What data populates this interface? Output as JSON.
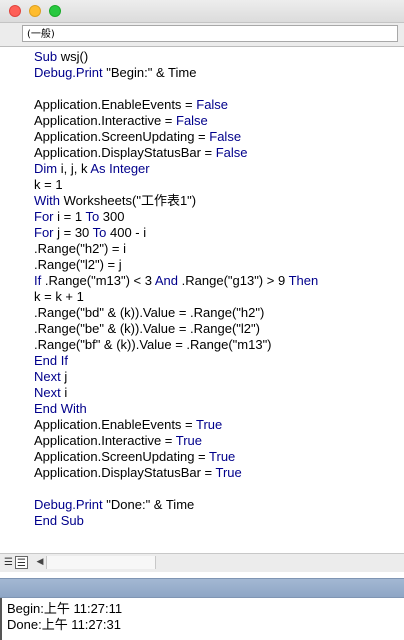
{
  "window": {
    "close_color": "#fe5f57",
    "minimize_color": "#febc2e",
    "zoom_color": "#28c840"
  },
  "procedure_bar": {
    "selected_object": "(一般)"
  },
  "code": {
    "keyword_color": "#00008b",
    "lines": [
      [
        {
          "t": "Sub",
          "k": true
        },
        {
          "t": " wsj()",
          "k": false
        }
      ],
      [
        {
          "t": "Debug.Print",
          "k": true
        },
        {
          "t": " \"Begin:\" & Time",
          "k": false
        }
      ],
      [],
      [
        {
          "t": "Application.EnableEvents = ",
          "k": false
        },
        {
          "t": "False",
          "k": true
        }
      ],
      [
        {
          "t": "Application.Interactive = ",
          "k": false
        },
        {
          "t": "False",
          "k": true
        }
      ],
      [
        {
          "t": "Application.ScreenUpdating = ",
          "k": false
        },
        {
          "t": "False",
          "k": true
        }
      ],
      [
        {
          "t": "Application.DisplayStatusBar = ",
          "k": false
        },
        {
          "t": "False",
          "k": true
        }
      ],
      [
        {
          "t": "Dim",
          "k": true
        },
        {
          "t": " i, j, k ",
          "k": false
        },
        {
          "t": "As",
          "k": true
        },
        {
          "t": " ",
          "k": false
        },
        {
          "t": "Integer",
          "k": true
        }
      ],
      [
        {
          "t": "k = 1",
          "k": false
        }
      ],
      [
        {
          "t": "With",
          "k": true
        },
        {
          "t": " Worksheets(\"工作表1\")",
          "k": false
        }
      ],
      [
        {
          "t": "For",
          "k": true
        },
        {
          "t": " i = 1 ",
          "k": false
        },
        {
          "t": "To",
          "k": true
        },
        {
          "t": " 300",
          "k": false
        }
      ],
      [
        {
          "t": "For",
          "k": true
        },
        {
          "t": " j = 30 ",
          "k": false
        },
        {
          "t": "To",
          "k": true
        },
        {
          "t": " 400 - i",
          "k": false
        }
      ],
      [
        {
          "t": ".Range(\"h2\") = i",
          "k": false
        }
      ],
      [
        {
          "t": ".Range(\"l2\") = j",
          "k": false
        }
      ],
      [
        {
          "t": "If",
          "k": true
        },
        {
          "t": " .Range(\"m13\") < 3 ",
          "k": false
        },
        {
          "t": "And",
          "k": true
        },
        {
          "t": " .Range(\"g13\") > 9 ",
          "k": false
        },
        {
          "t": "Then",
          "k": true
        }
      ],
      [
        {
          "t": "k = k + 1",
          "k": false
        }
      ],
      [
        {
          "t": ".Range(\"bd\" & (k)).Value = .Range(\"h2\")",
          "k": false
        }
      ],
      [
        {
          "t": ".Range(\"be\" & (k)).Value = .Range(\"l2\")",
          "k": false
        }
      ],
      [
        {
          "t": ".Range(\"bf\" & (k)).Value = .Range(\"m13\")",
          "k": false
        }
      ],
      [
        {
          "t": "End If",
          "k": true
        }
      ],
      [
        {
          "t": "Next",
          "k": true
        },
        {
          "t": " j",
          "k": false
        }
      ],
      [
        {
          "t": "Next",
          "k": true
        },
        {
          "t": " i",
          "k": false
        }
      ],
      [
        {
          "t": "End With",
          "k": true
        }
      ],
      [
        {
          "t": "Application.EnableEvents = ",
          "k": false
        },
        {
          "t": "True",
          "k": true
        }
      ],
      [
        {
          "t": "Application.Interactive = ",
          "k": false
        },
        {
          "t": "True",
          "k": true
        }
      ],
      [
        {
          "t": "Application.ScreenUpdating = ",
          "k": false
        },
        {
          "t": "True",
          "k": true
        }
      ],
      [
        {
          "t": "Application.DisplayStatusBar = ",
          "k": false
        },
        {
          "t": "True",
          "k": true
        }
      ],
      [],
      [
        {
          "t": "Debug.Print",
          "k": true
        },
        {
          "t": " \"Done:\" & Time",
          "k": false
        }
      ],
      [
        {
          "t": "End Sub",
          "k": true
        }
      ]
    ]
  },
  "bottom_bar": {
    "procedure_view_icon": "procedure-view-icon",
    "full_module_view_icon": "full-module-view-icon",
    "scroll_left_icon": "scroll-left-arrow-icon"
  },
  "immediate": {
    "lines": [
      "Begin:上午 11:27:11",
      "Done:上午 11:27:31"
    ]
  }
}
